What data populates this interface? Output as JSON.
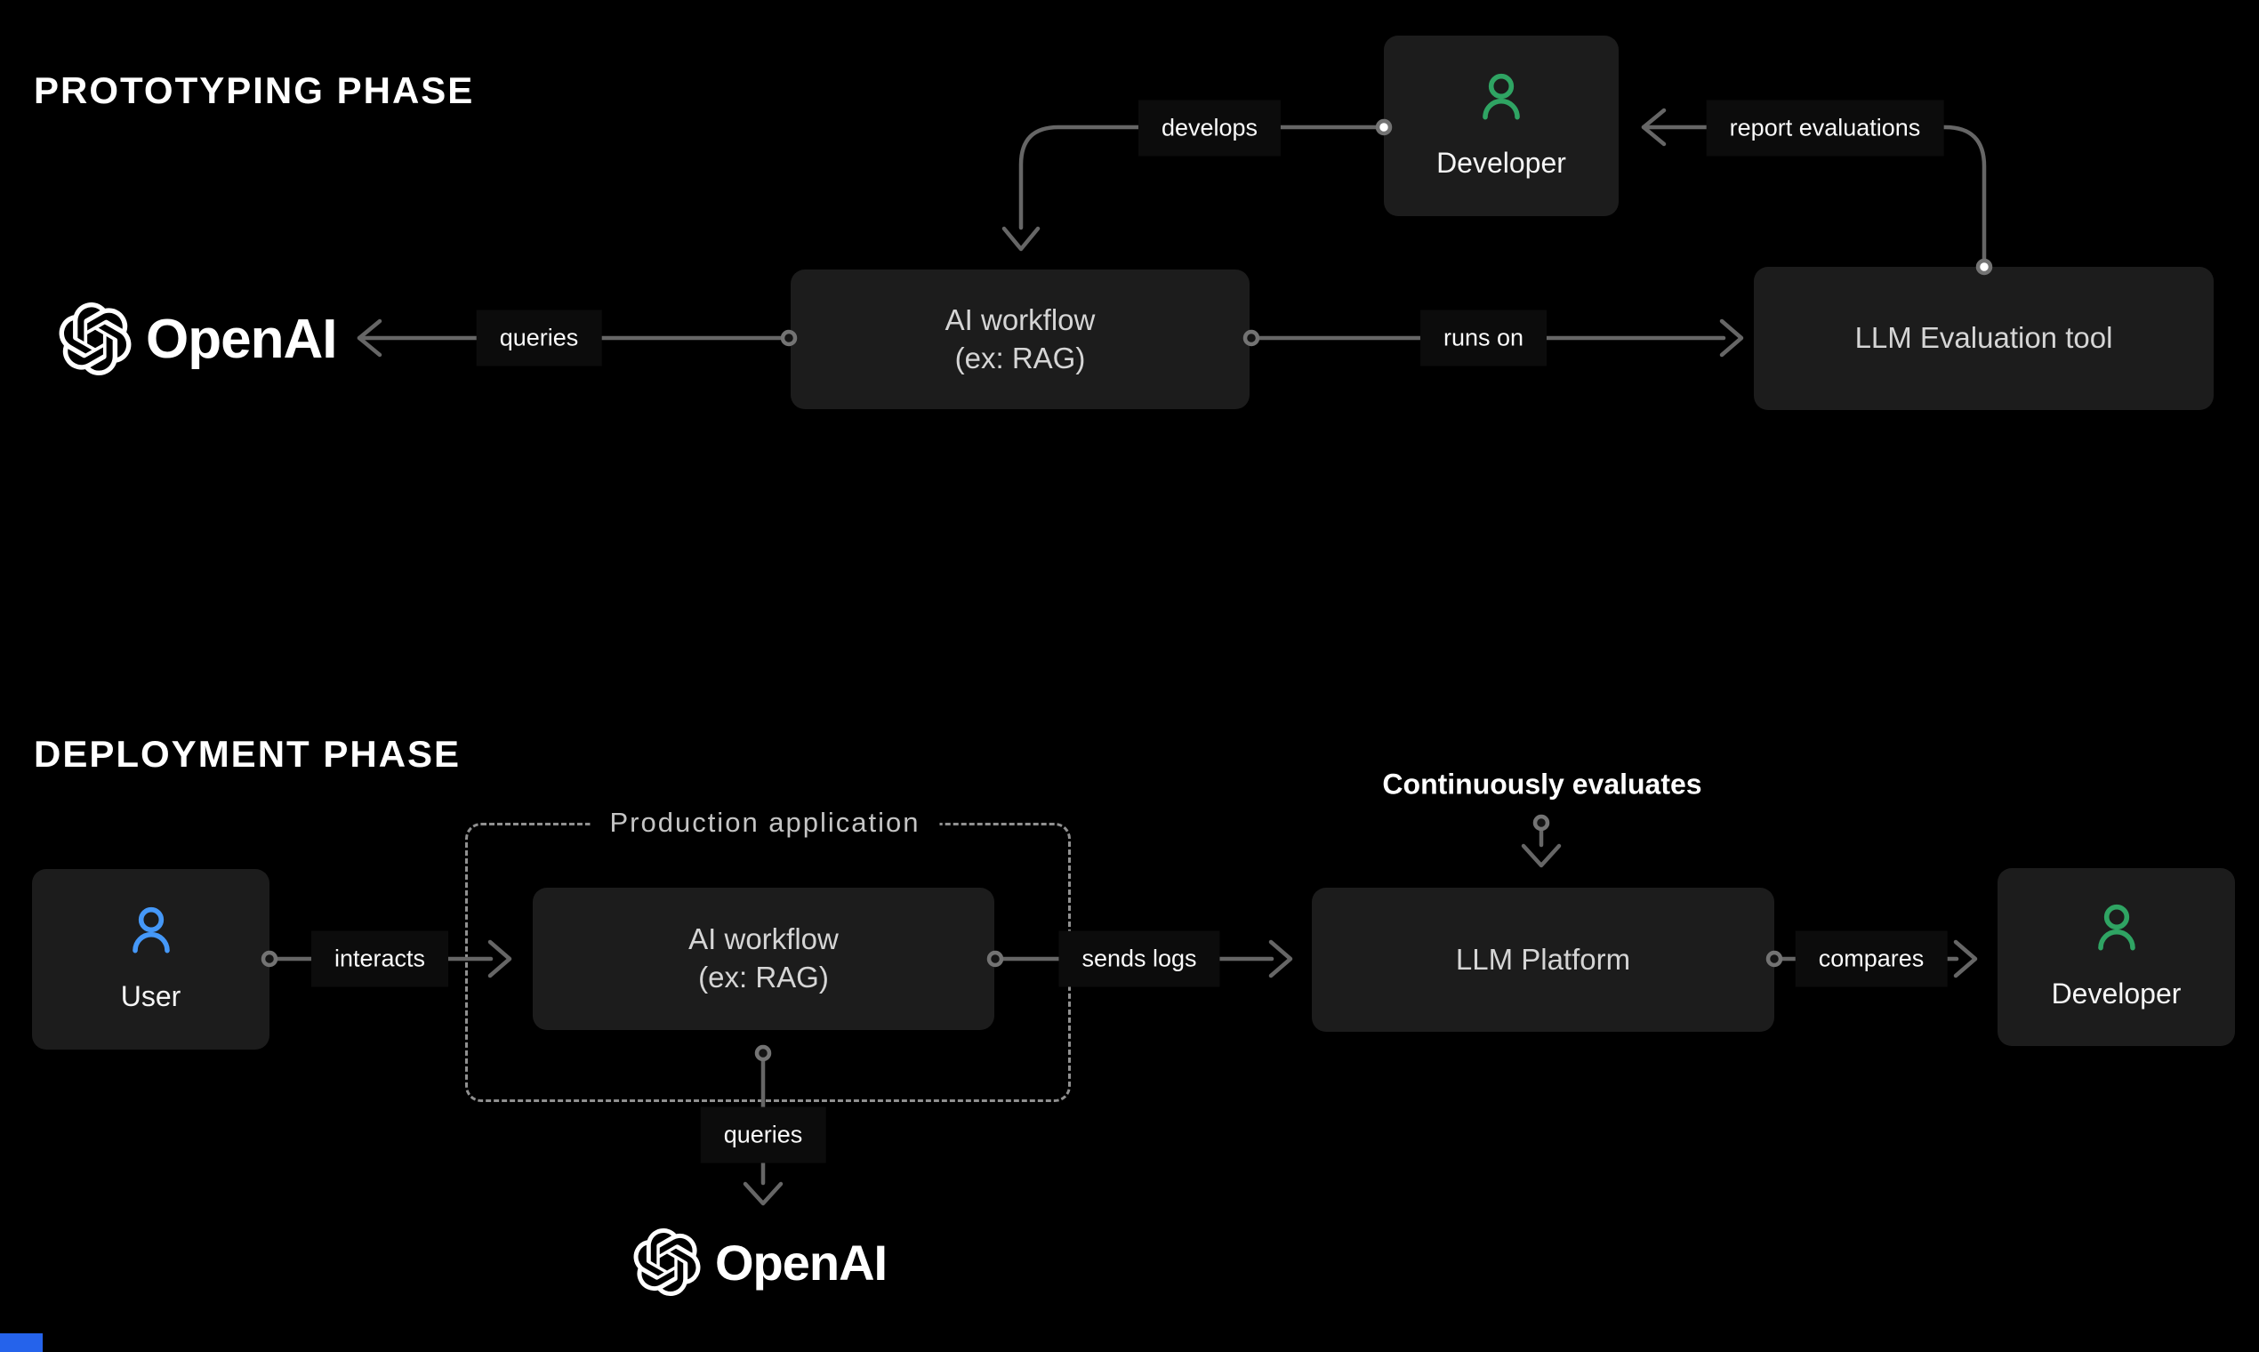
{
  "colors": {
    "background": "#000000",
    "node_bg": "#1c1c1c",
    "connector": "#666666",
    "developer_icon": "#2fa463",
    "user_icon": "#4598f8",
    "accent_bar": "#2563eb"
  },
  "brand": {
    "wordmark": "OpenAI"
  },
  "prototyping": {
    "title": "PROTOTYPING PHASE",
    "nodes": {
      "developer": {
        "label": "Developer"
      },
      "ai_workflow": {
        "label": "AI workflow",
        "sublabel": "(ex: RAG)"
      },
      "llm_evaluation_tool": {
        "label": "LLM Evaluation tool"
      }
    },
    "edges": {
      "develops": "develops",
      "report_evaluations": "report evaluations",
      "queries": "queries",
      "runs_on": "runs on"
    }
  },
  "deployment": {
    "title": "DEPLOYMENT PHASE",
    "container": {
      "label": "Production application"
    },
    "nodes": {
      "user": {
        "label": "User"
      },
      "ai_workflow": {
        "label": "AI workflow",
        "sublabel": "(ex: RAG)"
      },
      "llm_platform": {
        "label": "LLM Platform"
      },
      "developer": {
        "label": "Developer"
      }
    },
    "edges": {
      "interacts": "interacts",
      "sends_logs": "sends logs",
      "compares": "compares",
      "continuously_evaluates": "Continuously evaluates",
      "queries": "queries"
    }
  }
}
